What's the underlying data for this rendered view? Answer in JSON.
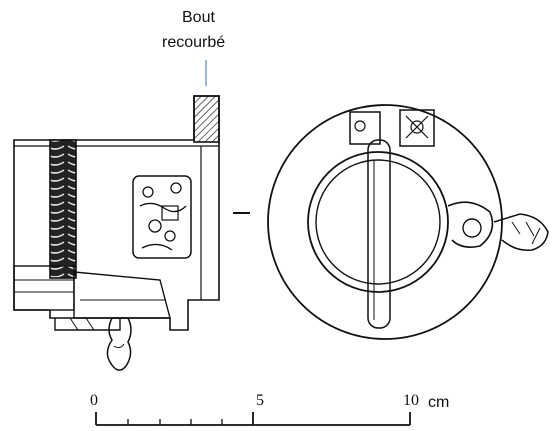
{
  "annotation": {
    "line1": "Bout",
    "line2": "recourbé"
  },
  "scale": {
    "ticks": [
      "0",
      "5",
      "10"
    ],
    "unit": "cm"
  },
  "colors": {
    "ink": "#111111",
    "background": "#ffffff"
  }
}
